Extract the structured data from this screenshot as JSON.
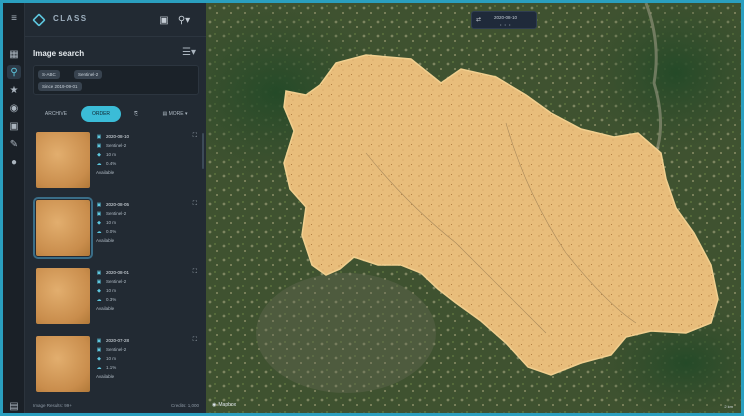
{
  "app": {
    "brand": "CLASS"
  },
  "rail": {
    "icons": [
      "layers-icon",
      "filter-icon",
      "star-icon",
      "camera-icon",
      "save-icon",
      "pen-icon",
      "lock-icon",
      "grid-icon"
    ]
  },
  "panel": {
    "title": "Image search",
    "filters": [
      "S-ABC",
      "Sentinel-2",
      "Since 2019-09-01"
    ],
    "tabs": [
      "ARCHIVE",
      "ORDER"
    ],
    "tab_more": "MORE",
    "items": [
      {
        "date": "2020-08-10",
        "provider": "Sentinel-2",
        "resolution": "10 m",
        "cloud": "0.4%",
        "status": "Available"
      },
      {
        "date": "2020-08-05",
        "provider": "Sentinel-2",
        "resolution": "10 m",
        "cloud": "0.0%",
        "status": "Available"
      },
      {
        "date": "2020-08-01",
        "provider": "Sentinel-2",
        "resolution": "10 m",
        "cloud": "0.3%",
        "status": "Available"
      },
      {
        "date": "2020-07-28",
        "provider": "Sentinel-2",
        "resolution": "10 m",
        "cloud": "1.1%",
        "status": "Available"
      }
    ],
    "footer_left": "Image Results: 99+",
    "footer_right": "Credits: 1,000"
  },
  "map": {
    "date_label": "2020-08-10",
    "attribution": "Mapbox",
    "scale": "2 km"
  }
}
